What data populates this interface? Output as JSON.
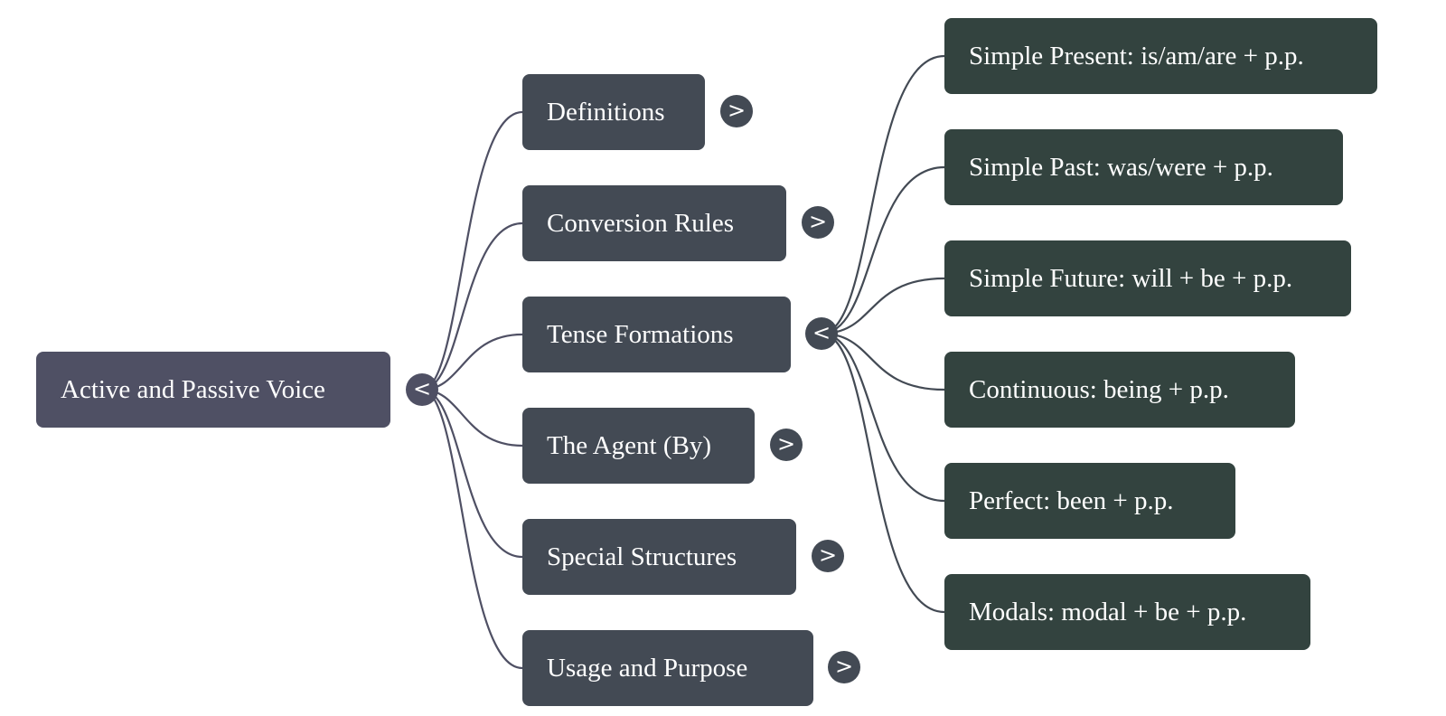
{
  "root": {
    "label": "Active and Passive Voice",
    "toggle": "<",
    "expanded": true
  },
  "branches": [
    {
      "label": "Definitions",
      "toggle": ">",
      "expanded": false
    },
    {
      "label": "Conversion Rules",
      "toggle": ">",
      "expanded": false
    },
    {
      "label": "Tense Formations",
      "toggle": "<",
      "expanded": true
    },
    {
      "label": "The Agent (By)",
      "toggle": ">",
      "expanded": false
    },
    {
      "label": "Special Structures",
      "toggle": ">",
      "expanded": false
    },
    {
      "label": "Usage and Purpose",
      "toggle": ">",
      "expanded": false
    }
  ],
  "tense_formations": [
    {
      "label": "Simple Present: is/am/are + p.p."
    },
    {
      "label": "Simple Past: was/were + p.p."
    },
    {
      "label": "Simple Future: will + be + p.p."
    },
    {
      "label": "Continuous: being + p.p."
    },
    {
      "label": "Perfect: been + p.p."
    },
    {
      "label": "Modals: modal + be + p.p."
    }
  ],
  "colors": {
    "root": "#4f5064",
    "branch": "#434a54",
    "leaf": "#33433f",
    "link_root": "#4f5064",
    "link_branch": "#434a54"
  }
}
